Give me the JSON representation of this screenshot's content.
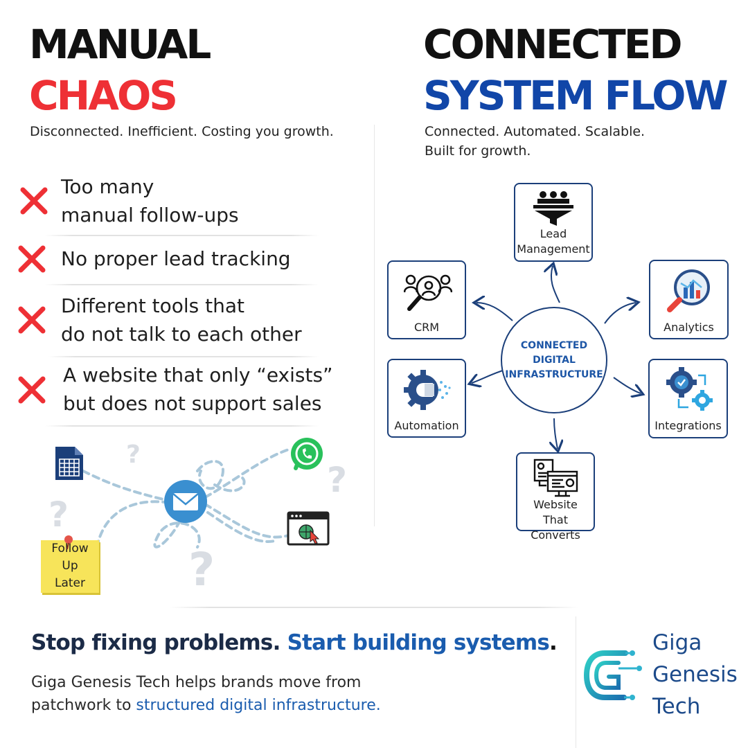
{
  "left": {
    "heading_line1": "MANUAL",
    "heading_line2": "CHAOS",
    "subtitle": "Disconnected. Inefficient. Costing you growth.",
    "problems": [
      {
        "line1": "Too many",
        "line2": "manual follow-ups"
      },
      {
        "line1": "No proper lead tracking",
        "line2": ""
      },
      {
        "line1": "Different tools that",
        "line2": "do not talk to each other"
      },
      {
        "line1": "A website that only “exists”",
        "line2": "but does not support sales"
      }
    ],
    "sticky_note": {
      "line1": "Follow",
      "line2": "Up",
      "line3": "Later"
    },
    "question_mark": "?"
  },
  "right": {
    "heading_line1": "CONNECTED",
    "heading_line2": "SYSTEM FLOW",
    "subtitle_line1": "Connected. Automated. Scalable.",
    "subtitle_line2": "Built for growth.",
    "hub": {
      "line1": "CONNECTED",
      "line2": "DIGITAL",
      "line3": "INFRASTRUCTURE"
    },
    "nodes": {
      "lead": {
        "line1": "Lead",
        "line2": "Management",
        "icon": "funnel-icon"
      },
      "crm": {
        "label": "CRM",
        "icon": "crm-icon"
      },
      "analytics": {
        "label": "Analytics",
        "icon": "analytics-icon"
      },
      "automation": {
        "label": "Automation",
        "icon": "gear-icon"
      },
      "integrations": {
        "label": "Integrations",
        "icon": "integrations-icon"
      },
      "website": {
        "line1": "Website",
        "line2": "That Converts",
        "icon": "website-icon"
      }
    }
  },
  "footer": {
    "tagline_part1": "Stop fixing problems.",
    "tagline_part2": "Start building systems",
    "tagline_period": ".",
    "desc_line1": "Giga Genesis Tech helps brands move from",
    "desc_line2_prefix": "patchwork to ",
    "desc_line2_link": "structured digital infrastructure."
  },
  "brand": {
    "line1": "Giga",
    "line2": "Genesis",
    "line3": "Tech"
  },
  "colors": {
    "red": "#ee3035",
    "blue": "#1146a8",
    "navy": "#1b3f7a",
    "teal": "#2bb3c0",
    "note": "#f7e45a"
  }
}
